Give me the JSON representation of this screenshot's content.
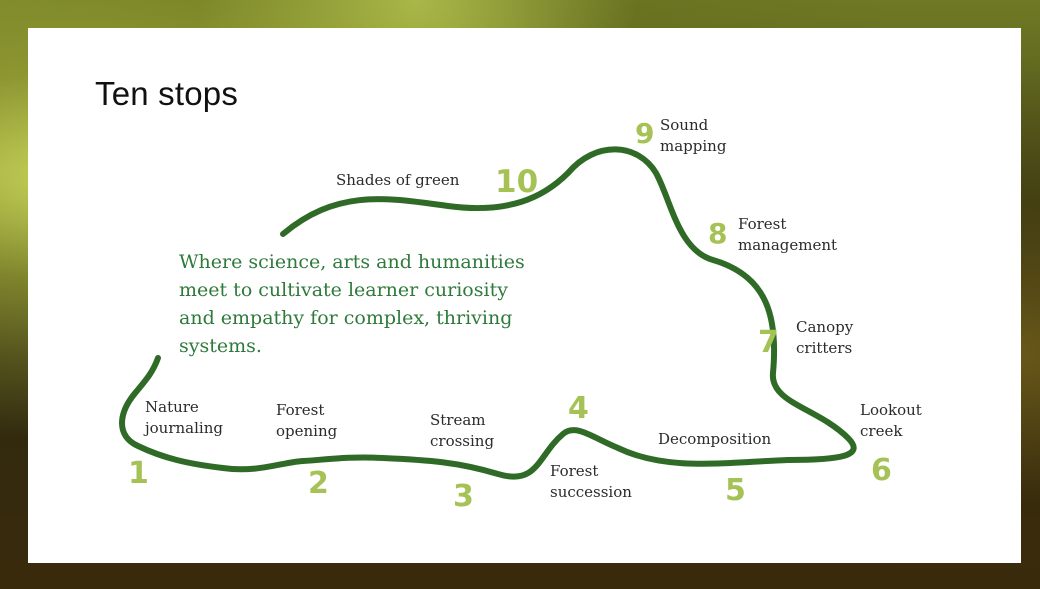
{
  "slide": {
    "title": "Ten stops",
    "tagline": "Where science, arts and humanities meet to cultivate learner curiosity and empathy for complex, thriving systems."
  },
  "colors": {
    "route": "#2f6b27",
    "number": "#a6c256",
    "tagline": "#2f7a3b"
  },
  "stops": [
    {
      "number": "1",
      "label": [
        "Nature",
        "journaling"
      ]
    },
    {
      "number": "2",
      "label": [
        "Forest",
        "opening"
      ]
    },
    {
      "number": "3",
      "label": [
        "Stream",
        "crossing"
      ]
    },
    {
      "number": "4",
      "label": [
        "Forest",
        "succession"
      ]
    },
    {
      "number": "5",
      "label": [
        "Decomposition"
      ]
    },
    {
      "number": "6",
      "label": [
        "Lookout",
        "creek"
      ]
    },
    {
      "number": "7",
      "label": [
        "Canopy",
        "critters"
      ]
    },
    {
      "number": "8",
      "label": [
        "Forest",
        "management"
      ]
    },
    {
      "number": "9",
      "label": [
        "Sound",
        "mapping"
      ]
    },
    {
      "number": "10",
      "label": [
        "Shades of green"
      ]
    }
  ]
}
